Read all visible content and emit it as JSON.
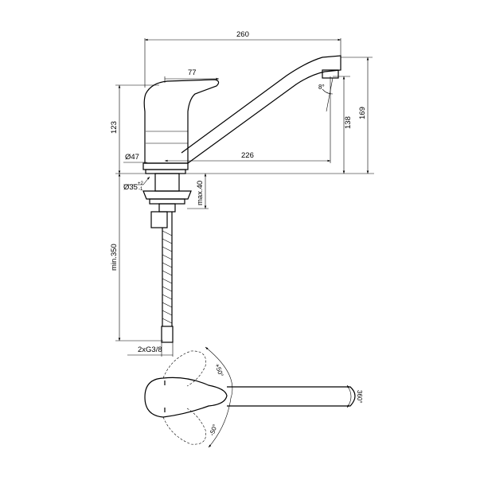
{
  "drawing": {
    "dimensions": {
      "total_reach": "260",
      "lever_length": "77",
      "body_height": "123",
      "spout_height_outlet": "138",
      "total_height": "169",
      "spout_reach": "226",
      "body_diameter": "Ø47",
      "hole_diameter": "Ø35",
      "hole_tol_plus": "+2",
      "hole_tol_minus": "-1",
      "max_deck_thickness": "max.40",
      "hose_length": "min.350",
      "connection": "2xG3/8",
      "outlet_angle": "8°",
      "lever_angle_plus": "+50°",
      "lever_angle_minus": "-50°",
      "spout_rotation": "360°"
    },
    "colors": {
      "line": "#000000",
      "background": "#ffffff"
    }
  }
}
